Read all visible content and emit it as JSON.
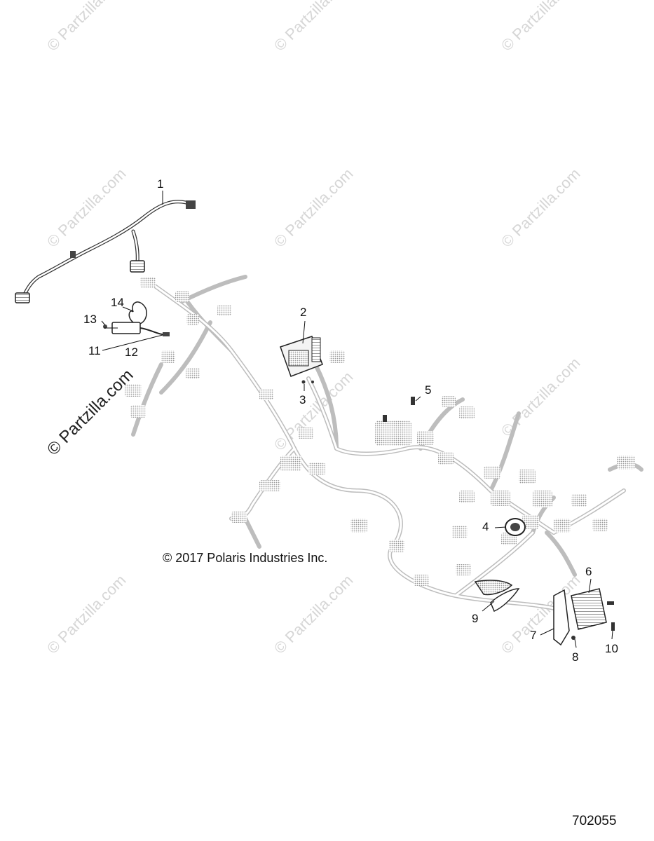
{
  "watermark": {
    "text": "© Partzilla.com"
  },
  "callouts": [
    "1",
    "2",
    "3",
    "4",
    "5",
    "6",
    "7",
    "8",
    "9",
    "10",
    "11",
    "12",
    "13",
    "14"
  ],
  "copyright": "© 2017 Polaris Industries Inc.",
  "diagram_id": "702055"
}
